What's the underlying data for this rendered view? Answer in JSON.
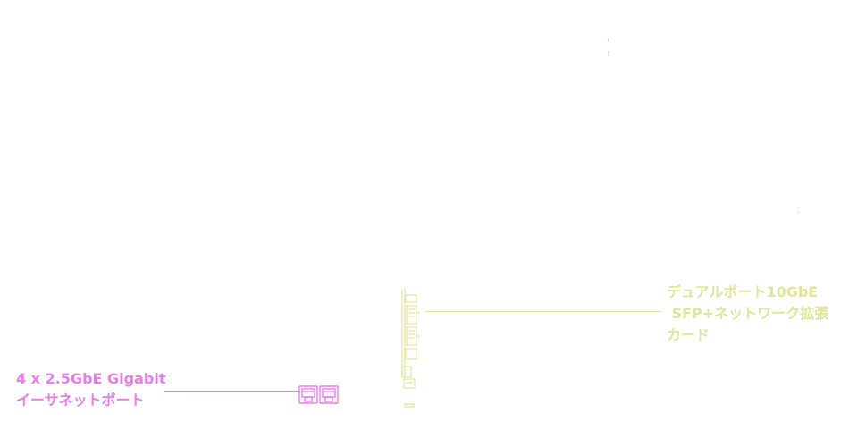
{
  "callouts": {
    "ethernet": {
      "line1": "4 x 2.5GbE Gigabit",
      "line2": "イーサネットポート",
      "color": "#e67ee6"
    },
    "sfp": {
      "line1": "デュアルポート10GbE",
      "line2": " SFP+ネットワーク拡張",
      "line3": "カード",
      "color": "#dfe69a"
    }
  }
}
